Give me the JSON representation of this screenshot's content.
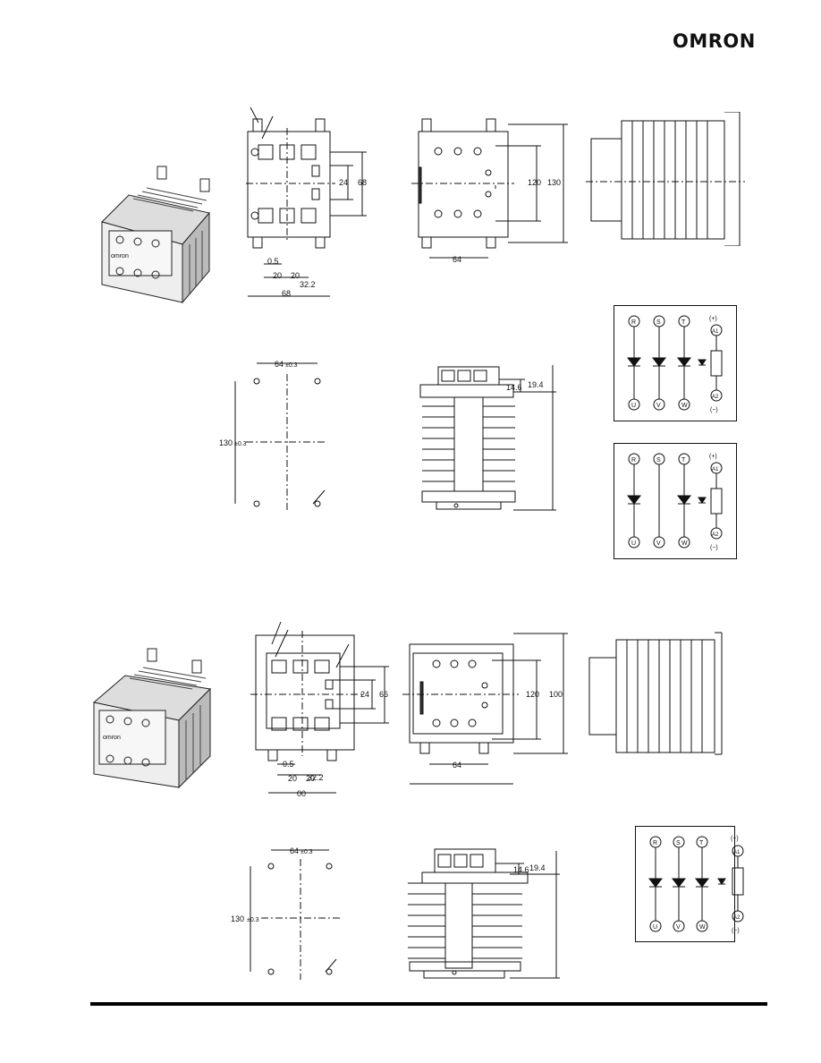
{
  "brand": {
    "logo_text": "OMRON"
  },
  "section1": {
    "front": {
      "dims": [
        "24",
        "68",
        "0.5",
        "20",
        "20",
        "32.2",
        "68"
      ]
    },
    "back": {
      "dims": [
        "120",
        "130",
        "64"
      ]
    },
    "mounting": {
      "dims": [
        "64",
        "±0.3",
        "130",
        "±0.3"
      ]
    },
    "bottom": {
      "dims": [
        "14.6",
        "19.4"
      ]
    },
    "circuit_a": {
      "top": [
        "R",
        "S",
        "T"
      ],
      "bottom": [
        "U",
        "V",
        "W"
      ],
      "ctrl": [
        "(+)",
        "A1",
        "A2",
        "(−)"
      ]
    },
    "circuit_b": {
      "top": [
        "R",
        "S",
        "T"
      ],
      "bottom": [
        "U",
        "V",
        "W"
      ],
      "ctrl": [
        "(+)",
        "A1",
        "A2",
        "(−)"
      ]
    }
  },
  "section2": {
    "front": {
      "dims": [
        "24",
        "66",
        "0.5",
        "20",
        "20",
        "32.2",
        "00"
      ]
    },
    "back": {
      "dims": [
        "120",
        "100",
        "64"
      ]
    },
    "mounting": {
      "dims": [
        "64",
        "±0.3",
        "130",
        "±0.3"
      ]
    },
    "bottom": {
      "dims": [
        "14.6",
        "19.4"
      ]
    },
    "circuit": {
      "top": [
        "R",
        "S",
        "T"
      ],
      "bottom": [
        "U",
        "V",
        "W"
      ],
      "ctrl": [
        "(+)",
        "A1",
        "A2",
        "(−)"
      ]
    }
  },
  "colors": {
    "ink": "#111111",
    "rule": "#000000"
  }
}
